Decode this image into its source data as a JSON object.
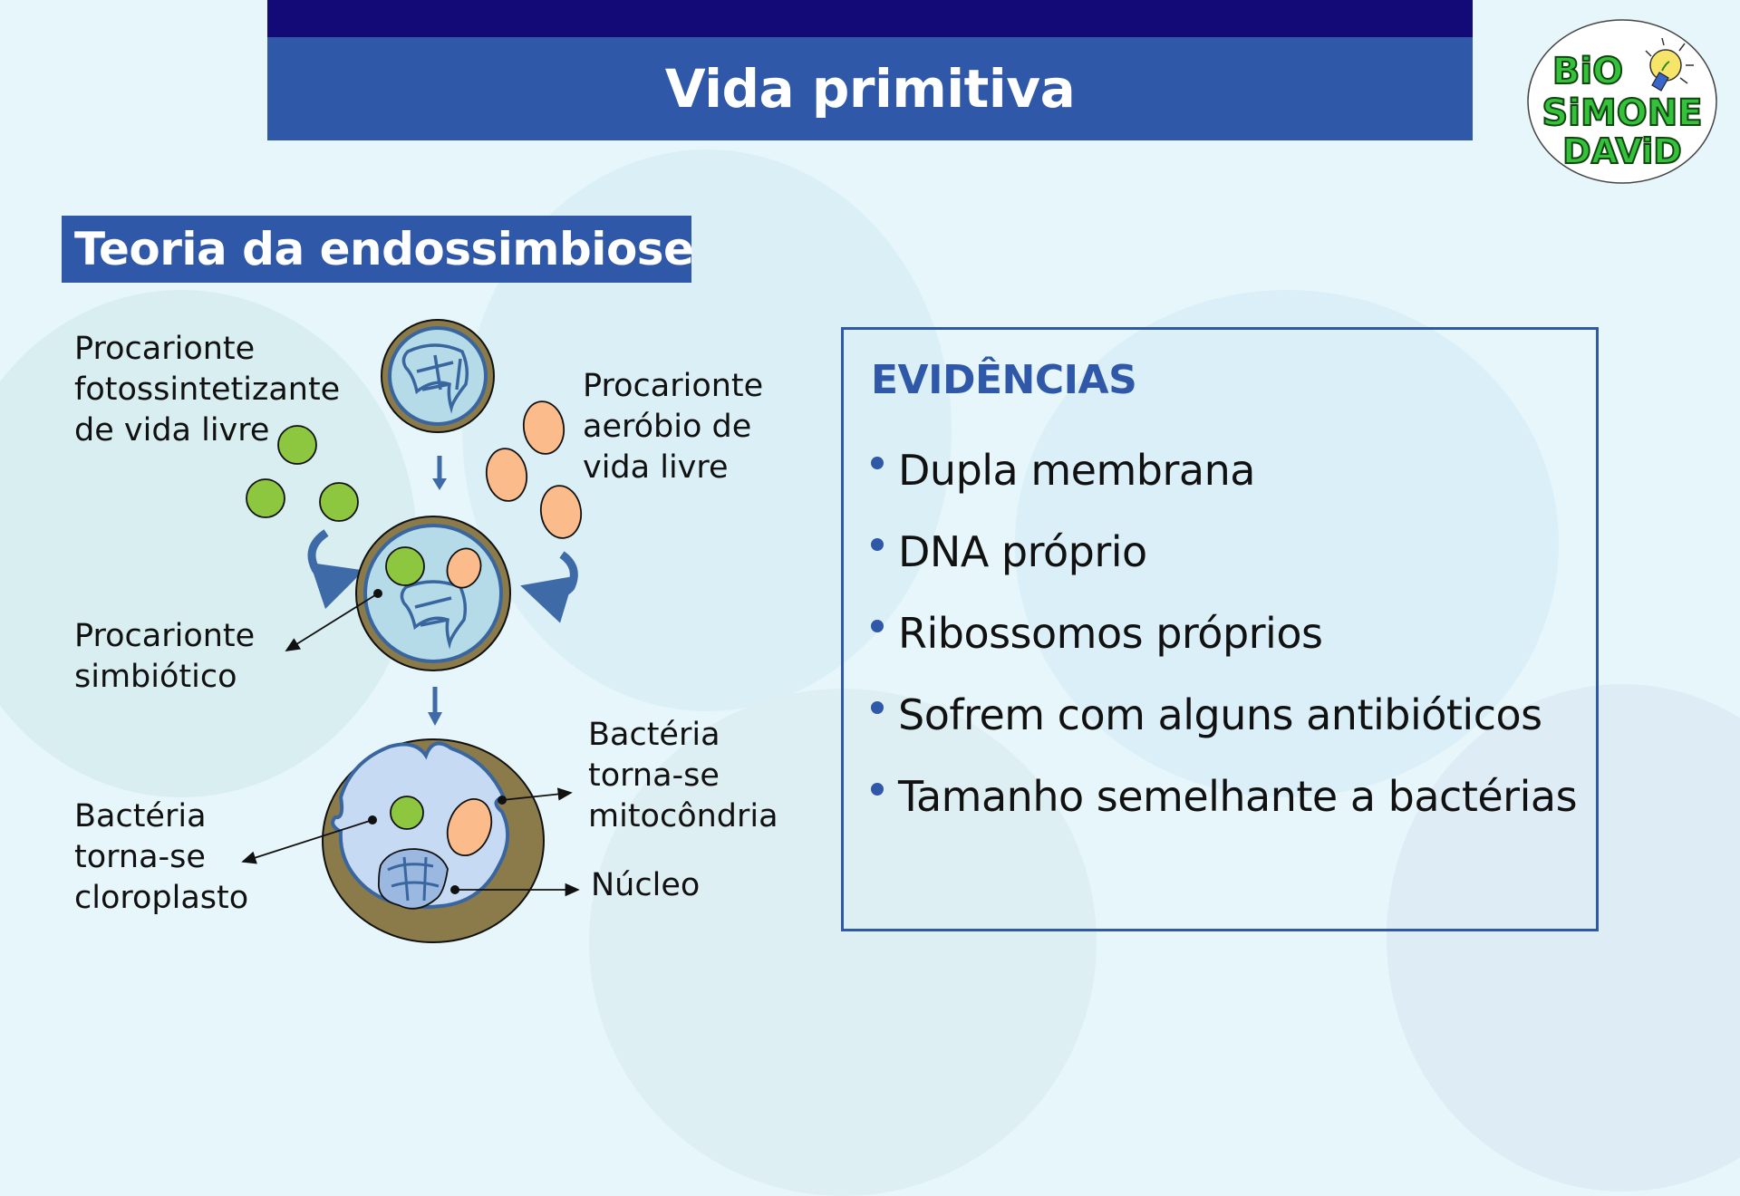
{
  "slide": {
    "title": "Vida primitiva",
    "subtitle": "Teoria da endossimbiose"
  },
  "logo": {
    "line1": "BiO",
    "line2": "SiMONE",
    "line3": "DAViD",
    "icon": "lightbulb-icon"
  },
  "diagram": {
    "labels": {
      "photosynthetic": "Procarionte\nfotossintetizante\nde vida livre",
      "aerobic": "Procarionte\naeróbio de\nvida livre",
      "symbiotic": "Procarionte\nsimbiótico",
      "chloroplast": "Bactéria\ntorna-se\ncloroplasto",
      "mitochondria": "Bactéria\ntorna-se\nmitocôndria",
      "nucleus": "Núcleo"
    },
    "colors": {
      "cell_wall": "#8b7a4a",
      "cell_fill": "#b6dbe8",
      "membrane": "#3a66a0",
      "photosynthetic_bacteria": "#8dc63f",
      "aerobic_bacteria": "#fbbb8a",
      "eukaryote_fill": "#c6dbf3",
      "arrow": "#3f6aa8"
    }
  },
  "evidence": {
    "title": "EVIDÊNCIAS",
    "items": [
      "Dupla membrana",
      "DNA próprio",
      "Ribossomos próprios",
      "Sofrem com alguns antibióticos",
      "Tamanho semelhante a bactérias"
    ]
  },
  "theme": {
    "title_dark": "#130a78",
    "title_blue": "#2f58a8",
    "background": "#e6f6fa"
  }
}
